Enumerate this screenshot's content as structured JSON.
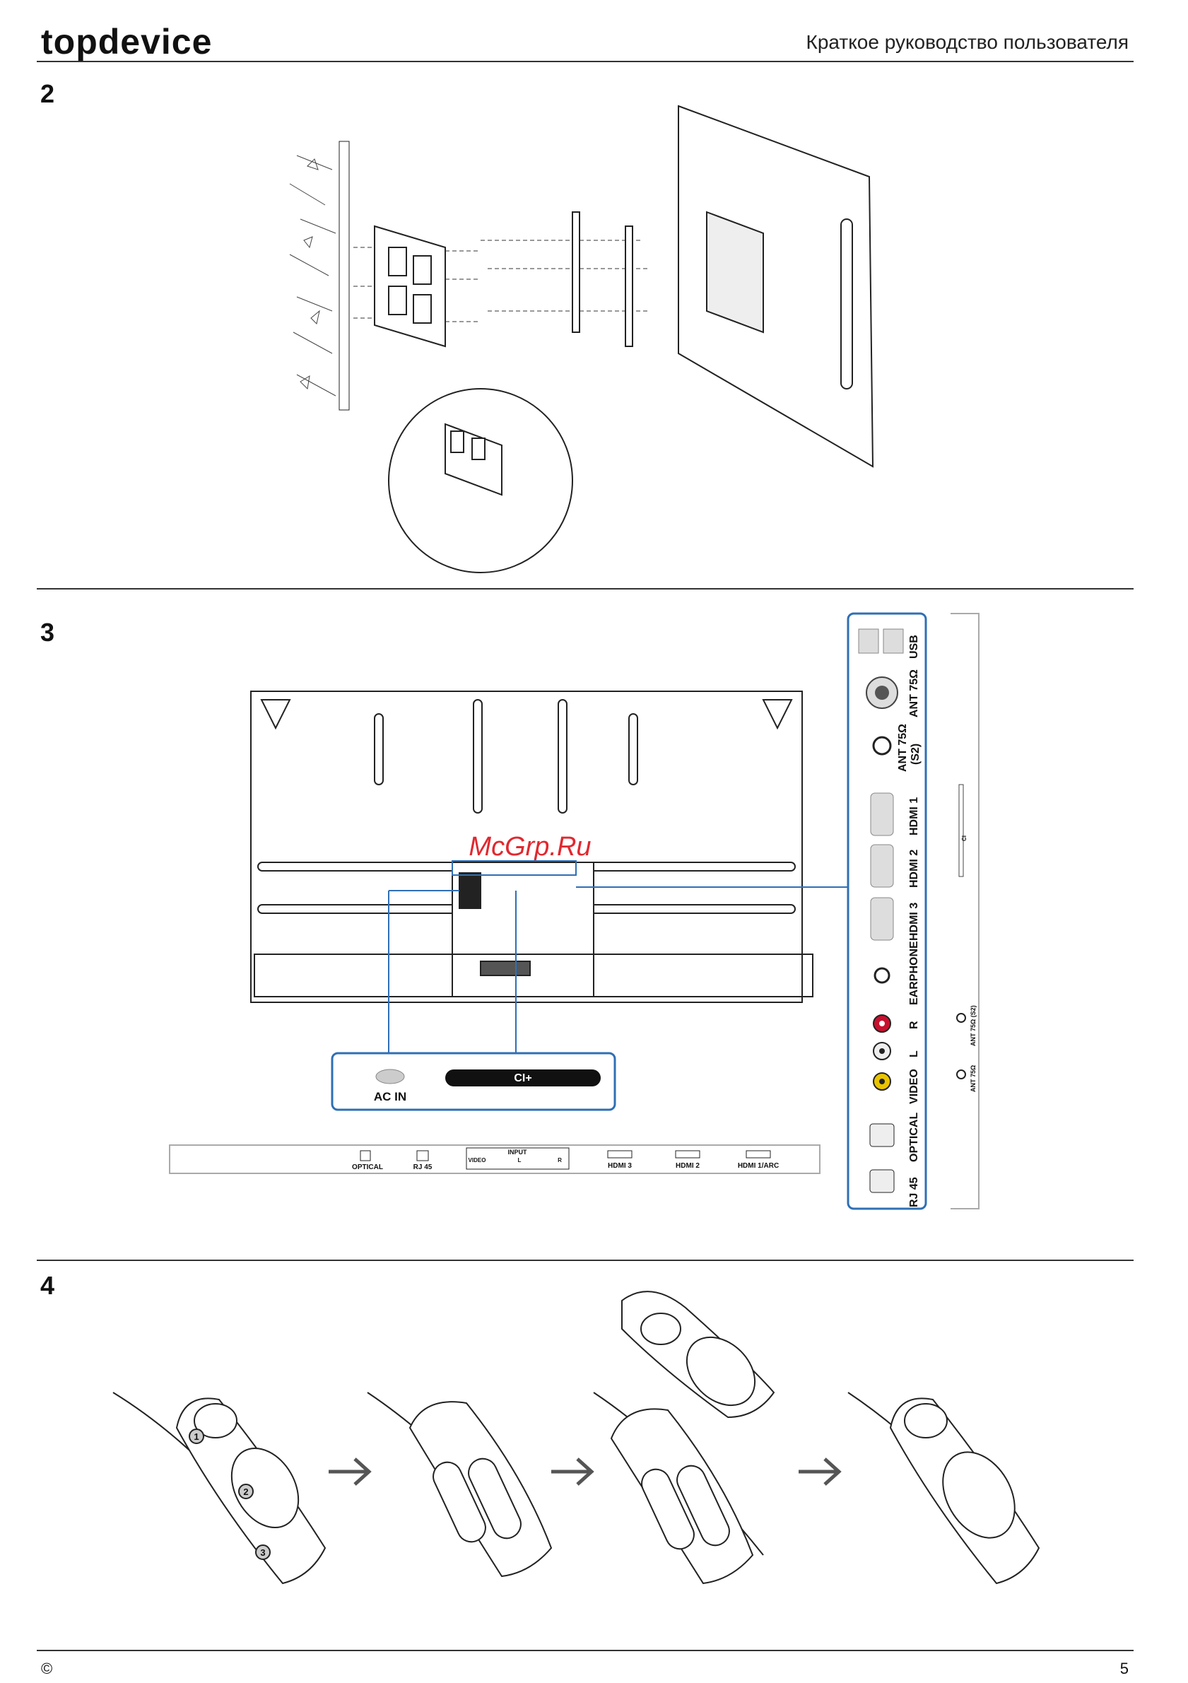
{
  "header": {
    "logo": "topdevice",
    "title": "Краткое руководство пользователя"
  },
  "sections": [
    {
      "number": "2"
    },
    {
      "number": "3"
    },
    {
      "number": "4"
    }
  ],
  "watermark": "McGrp.Ru",
  "connectors_side": {
    "labels": [
      "USB",
      "ANT 75Ω",
      "ANT 75Ω",
      "(S2)",
      "HDMI 1",
      "HDMI 2",
      "HDMI 3",
      "EARPHONE",
      "R",
      "L",
      "VIDEO",
      "OPTICAL",
      "RJ 45"
    ],
    "side_small": [
      "ANT 75Ω (S2)",
      "ANT 75Ω",
      "CI"
    ]
  },
  "callout": {
    "ac_in": "AC IN",
    "ci_plus": "CI+"
  },
  "bottom_panel": {
    "input_title": "INPUT",
    "input_subs": [
      "VIDEO",
      "L",
      "R"
    ],
    "ports": [
      "OPTICAL",
      "RJ 45",
      "HDMI 3",
      "HDMI 2",
      "HDMI 1/ARC"
    ]
  },
  "remote_steps": [
    "1",
    "2",
    "3"
  ],
  "footer": {
    "copyright": "©",
    "page": "5"
  },
  "colors": {
    "accent_blue": "#2f6fb5",
    "watermark_red": "#e0282f",
    "rca_red": "#c8102e",
    "rca_yellow": "#e8c400"
  }
}
